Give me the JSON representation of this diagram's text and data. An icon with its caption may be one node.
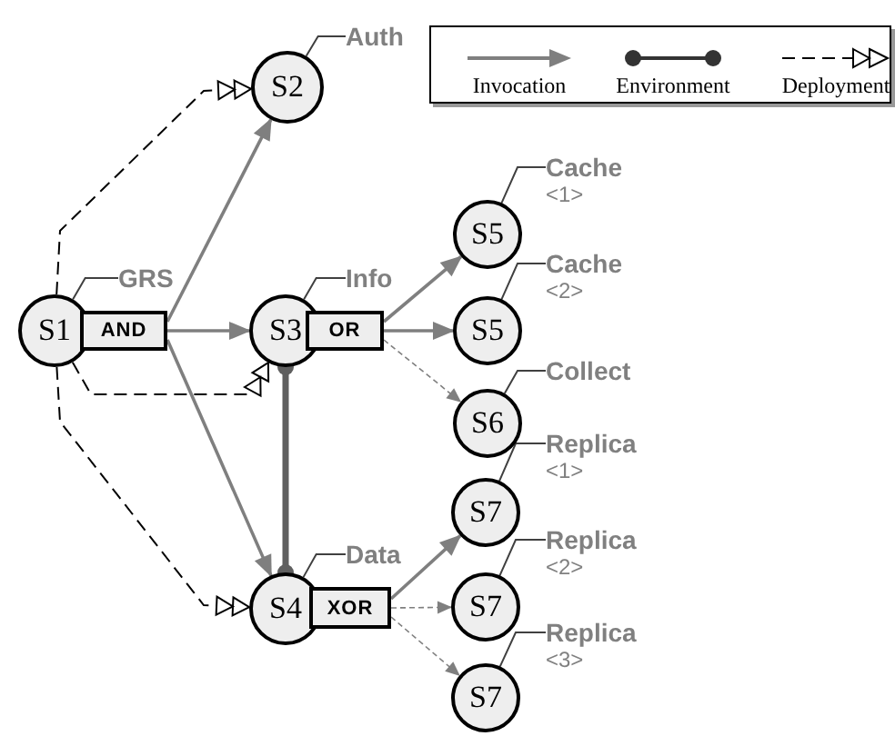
{
  "diagram": {
    "nodes": [
      {
        "text": [
          "S1"
        ]
      },
      {
        "text": [
          "AND"
        ]
      },
      {
        "text": [
          "S2"
        ]
      },
      {
        "text": [
          "S3"
        ]
      },
      {
        "text": [
          "OR"
        ]
      },
      {
        "text": [
          "S4"
        ]
      },
      {
        "text": [
          "XOR"
        ]
      },
      {
        "text": [
          "S5"
        ]
      },
      {
        "text": [
          "S5"
        ]
      },
      {
        "text": [
          "S6"
        ]
      },
      {
        "text": [
          "S7"
        ]
      },
      {
        "text": [
          "S7"
        ]
      },
      {
        "text": [
          "S7"
        ]
      },
      {
        "text": [
          "GRS"
        ]
      },
      {
        "text": [
          "Auth"
        ]
      },
      {
        "text": [
          "Info"
        ]
      },
      {
        "text": [
          "Data"
        ]
      },
      {
        "text": [
          "Cache",
          "<1>"
        ]
      },
      {
        "text": [
          "Cache",
          "<2>"
        ]
      },
      {
        "text": [
          "Collect"
        ]
      },
      {
        "text": [
          "Replica",
          "<1>"
        ]
      },
      {
        "text": [
          "Replica",
          "<2>"
        ]
      },
      {
        "text": [
          "Replica",
          "<3>"
        ]
      }
    ],
    "edges": [
      {
        "from": 1,
        "to": 2,
        "arrow": "to"
      },
      {
        "from": 1,
        "to": 3,
        "arrow": "to"
      },
      {
        "from": 1,
        "to": 5,
        "arrow": "to"
      },
      {
        "from": 4,
        "to": 7,
        "arrow": "to"
      },
      {
        "from": 4,
        "to": 8,
        "arrow": "to"
      },
      {
        "from": 4,
        "to": 9,
        "arrow": "to",
        "style": "dashed"
      },
      {
        "from": 6,
        "to": 10,
        "arrow": "to"
      },
      {
        "from": 6,
        "to": 11,
        "arrow": "to",
        "style": "dashed"
      },
      {
        "from": 6,
        "to": 12,
        "arrow": "to",
        "style": "dashed"
      },
      {
        "from": 0,
        "to": 2,
        "arrow": "to",
        "style": "dashed",
        "color": "#000000"
      },
      {
        "from": 0,
        "to": 3,
        "arrow": "to",
        "style": "dashed",
        "color": "#000000"
      },
      {
        "from": 0,
        "to": 5,
        "arrow": "to",
        "style": "dashed",
        "color": "#000000"
      },
      {
        "from": 3,
        "to": 5,
        "arrow": "other",
        "style": "thick"
      },
      {
        "from": 13,
        "to": 0,
        "arrow": "none",
        "color": "#404040"
      },
      {
        "from": 14,
        "to": 2,
        "arrow": "none",
        "color": "#404040"
      },
      {
        "from": 15,
        "to": 3,
        "arrow": "none",
        "color": "#404040"
      },
      {
        "from": 16,
        "to": 5,
        "arrow": "none",
        "color": "#404040"
      },
      {
        "from": 17,
        "to": 7,
        "arrow": "none",
        "color": "#404040"
      },
      {
        "from": 18,
        "to": 8,
        "arrow": "none",
        "color": "#404040"
      },
      {
        "from": 19,
        "to": 9,
        "arrow": "none",
        "color": "#404040"
      },
      {
        "from": 20,
        "to": 10,
        "arrow": "none",
        "color": "#404040"
      },
      {
        "from": 21,
        "to": 11,
        "arrow": "none",
        "color": "#404040"
      },
      {
        "from": 22,
        "to": 12,
        "arrow": "none",
        "color": "#404040"
      }
    ],
    "legend": [
      {
        "text": "Invocation"
      },
      {
        "text": "Environment"
      },
      {
        "text": "Deployment"
      }
    ]
  }
}
